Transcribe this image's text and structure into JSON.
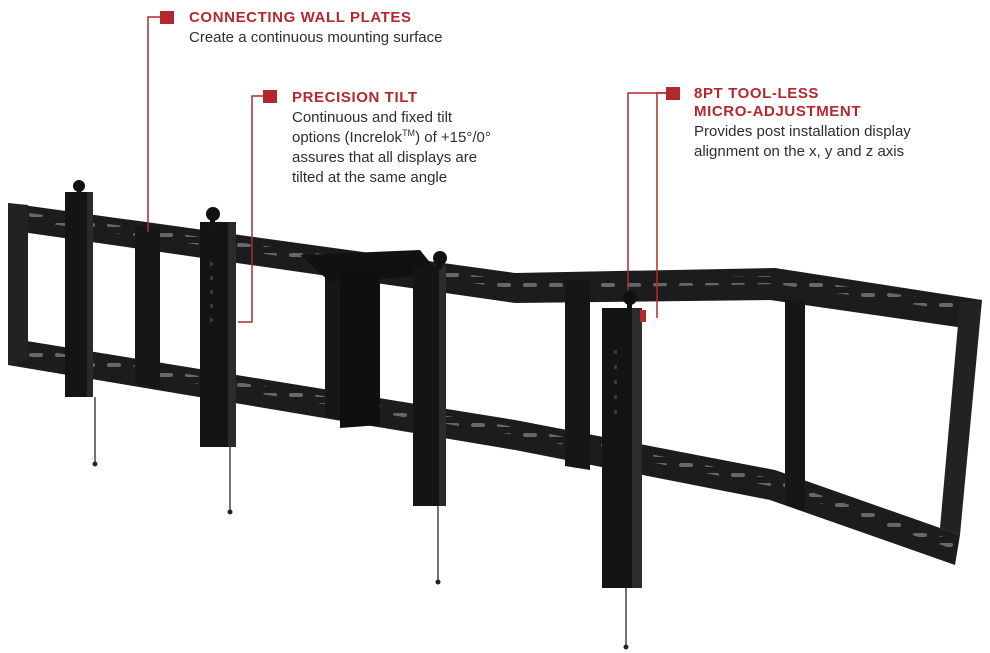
{
  "accent_color": "#b3282d",
  "callouts": [
    {
      "heading": "CONNECTING WALL PLATES",
      "description_lines": [
        "Create a continuous mounting surface"
      ]
    },
    {
      "heading": "PRECISION TILT",
      "description_lines": [
        "Continuous and fixed tilt",
        "options (Increlok",
        "TM",
        ") of +15°/0°",
        "assures that all displays are",
        "tilted at the same angle"
      ]
    },
    {
      "heading_lines": [
        "8PT TOOL-LESS",
        "MICRO-ADJUSTMENT"
      ],
      "description_lines": [
        "Provides post installation display",
        "alignment on the x, y and z axis"
      ]
    }
  ],
  "product_image": {
    "subject": "video-wall-mount-product-photo",
    "color": "#1a1a1a"
  }
}
